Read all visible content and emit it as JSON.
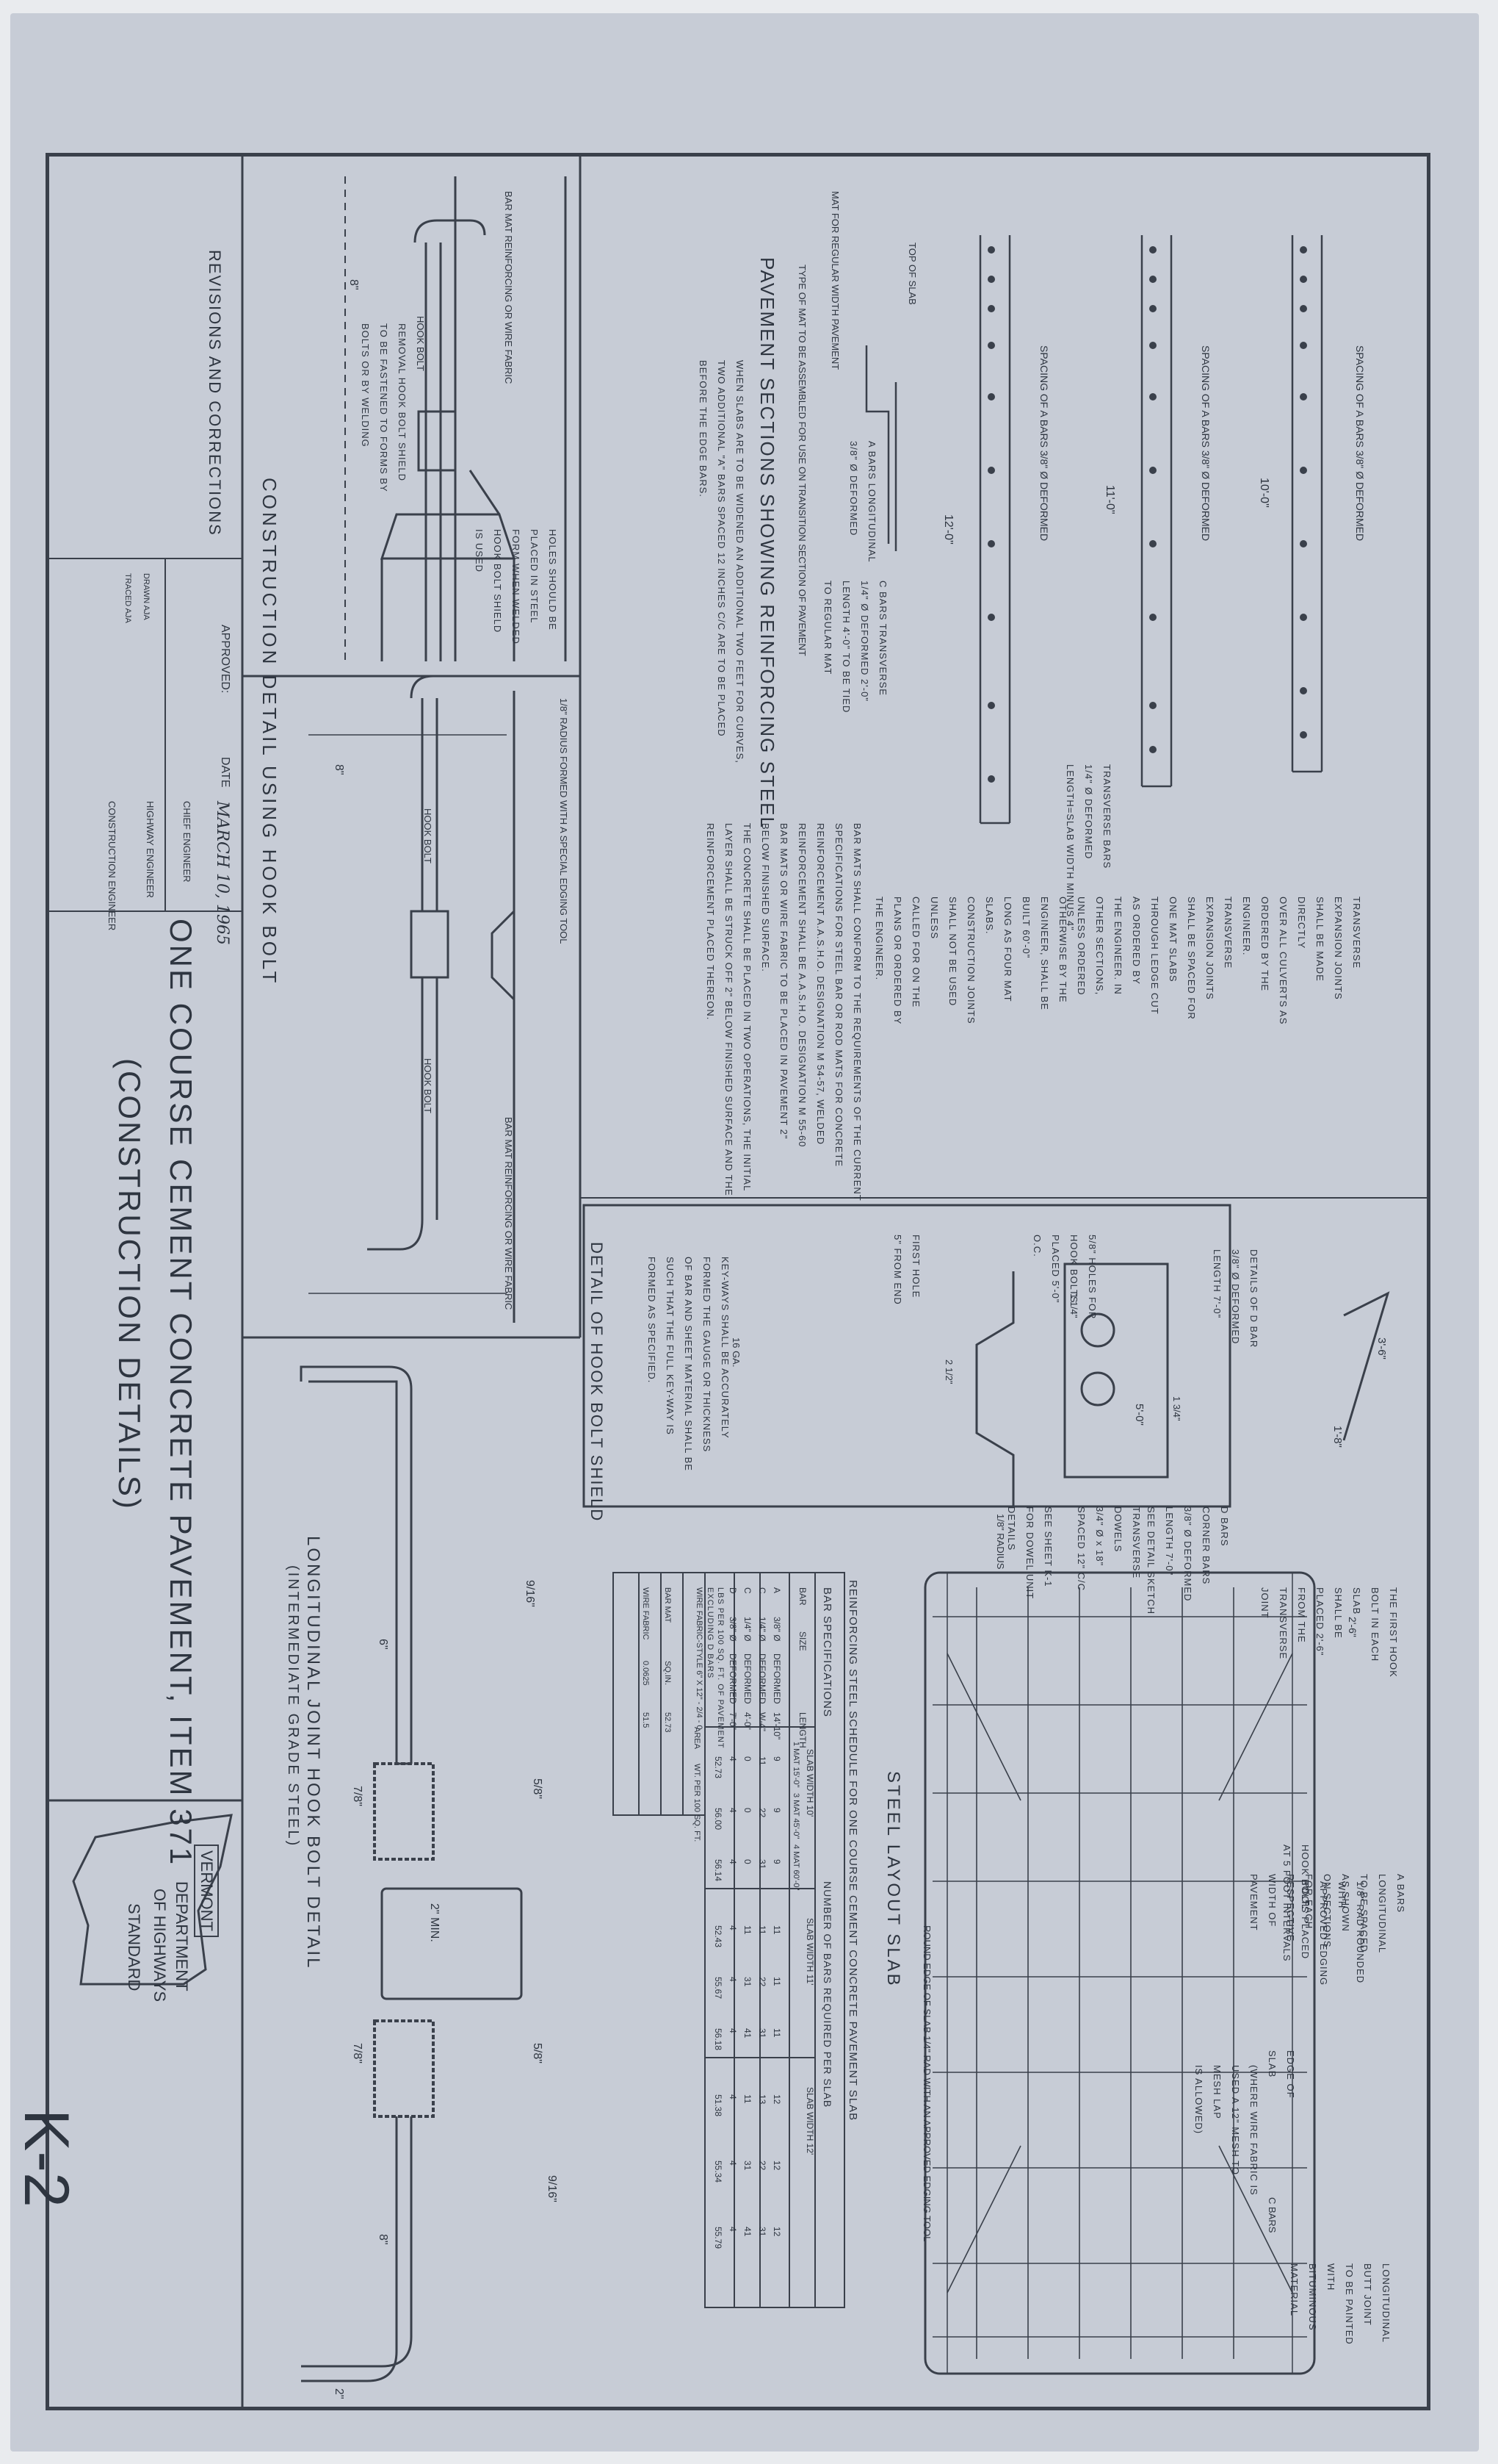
{
  "title_block": {
    "title_line1": "ONE COURSE CEMENT CONCRETE PAVEMENT, ITEM 371",
    "title_line2": "(CONSTRUCTION DETAILS)",
    "state": "VERMONT",
    "department": "DEPARTMENT",
    "of_highways": "OF HIGHWAYS",
    "standard": "STANDARD",
    "sheet_number": "K-2",
    "revisions": "REVISIONS AND CORRECTIONS",
    "approved": "APPROVED:",
    "date_label": "DATE",
    "date": "MARCH 10, 1965",
    "chief_engineer": "CHIEF ENGINEER",
    "highway_engineer": "HIGHWAY ENGINEER",
    "construction_engineer": "CONSTRUCTION ENGINEER",
    "drawn": "DRAWN  AJA",
    "traced": "TRACED  AJA"
  },
  "sections": {
    "hook_bolt_construction": "CONSTRUCTION DETAIL USING HOOK BOLT",
    "pavement_sections": "PAVEMENT SECTIONS SHOWING REINFORCING STEEL",
    "hook_bolt_shield": "DETAIL OF HOOK BOLT SHIELD",
    "longitudinal_joint": "LONGITUDINAL JOINT HOOK BOLT DETAIL",
    "longitudinal_joint_sub": "(INTERMEDIATE GRADE STEEL)",
    "steel_layout": "STEEL LAYOUT SLAB",
    "schedule": "REINFORCING STEEL SCHEDULE FOR ONE COURSE CEMENT CONCRETE PAVEMENT SLAB"
  },
  "labels": {
    "bar_mat": "BAR MAT REINFORCING OR WIRE FABRIC",
    "hook_bolt": "HOOK BOLT",
    "removal": "REMOVAL HOOK BOLT SHIELD\nTO BE FASTENED TO FORMS BY\nBOLTS OR BY WELDING",
    "holes": "HOLES SHOULD BE\nPLACED IN STEEL\nFORM WHEN WELDED\nHOOK BOLT SHIELD\nIS USED",
    "radius_tool": "1/8\" RADIUS FORMED WITH A SPECIAL EDGING TOOL",
    "spacing_a": "SPACING OF A BARS 3/8\" Ø DEFORMED",
    "transverse_bars": "TRANSVERSE BARS\n1/4\" Ø DEFORMED\nLENGTH=SLAB WIDTH MINUS 4\"",
    "mat_regular": "MAT FOR REGULAR WIDTH PAVEMENT",
    "type_of_mat": "TYPE OF MAT TO BE ASSEMBLED FOR USE ON TRANSITION SECTION OF PAVEMENT",
    "top_of_slab": "TOP OF SLAB",
    "a_bars_long": "A BARS LONGITUDINAL\n3/8\" Ø DEFORMED",
    "c_bars": "C BARS TRANSVERSE\n1/4\" Ø DEFORMED 2'-0\"\nLENGTH 4'-0\" TO BE TIED\nTO REGULAR MAT",
    "widened": "WHEN SLABS ARE TO BE WIDENED AN ADDITIONAL TWO FEET FOR CURVES,\nTWO ADDITIONAL \"A\" BARS SPACED 12 INCHES C/C ARE TO BE PLACED\nBEFORE THE EDGE BARS.",
    "notes_expansion": "TRANSVERSE EXPANSION JOINTS SHALL BE MADE DIRECTLY\nOVER ALL CULVERTS AS ORDERED BY THE ENGINEER.\nTRANSVERSE EXPANSION JOINTS SHALL BE SPACED FOR\nONE MAT SLABS THROUGH LEDGE CUT AS ORDERED BY\nTHE ENGINEER. IN OTHER SECTIONS, UNLESS ORDERED\nOTHERWISE BY THE ENGINEER, SHALL BE BUILT 60'-0\"\nLONG AS FOUR MAT SLABS.\nCONSTRUCTION JOINTS SHALL NOT BE USED UNLESS\nCALLED FOR ON THE PLANS OR ORDERED BY THE ENGINEER.",
    "notes_bar_mats": "BAR MATS SHALL CONFORM TO THE REQUIREMENTS OF THE CURRENT\nSPECIFICATIONS FOR STEEL BAR OR ROD MATS FOR CONCRETE\nREINFORCEMENT A.A.S.H.O. DESIGNATION M 54-57, WELDED\nREINFORCEMENT SHALL BE A.A.S.H.O. DESIGNATION M 55-60\nBAR MATS OR WIRE FABRIC TO BE PLACED IN PAVEMENT 2\"\nBELOW FINISHED SURFACE.\nTHE CONCRETE SHALL BE PLACED IN TWO OPERATIONS, THE INITIAL\nLAYER SHALL BE STRUCK OFF 2\" BELOW FINISHED SURFACE AND THE\nREINFORCEMENT PLACED THEREON.",
    "d_bar": "DETAILS OF D BAR\n3/8\" Ø DEFORMED\nLENGTH 7'-0\"",
    "hook_holes": "5/8\" HOLES FOR\nHOOK BOLTS\nPLACED 5'-0\"\nO.C.",
    "first_hole": "FIRST HOLE\n5\" FROM END",
    "key_ways": "KEY-WAYS SHALL BE ACCURATELY\nFORMED THE GAUGE OR THICKNESS\nOF BAR AND SHEET MATERIAL SHALL BE\nSUCH THAT THE FULL KEY-WAY IS\nFORMED AS SPECIFIED.",
    "gauge": "16 GA.",
    "first_hook": "THE FIRST HOOK BOLT IN EACH SLAB\nSHALL BE PLACED 2'-6\" FROM THE\nTRANSVERSE JOINT",
    "a_bars_layout": "A BARS LONGITUDINAL TO BE SPACED AS SHOWN\nON SECTIONS FOR EACH RESPECTIVE WIDTH OF PAVEMENT",
    "rad_rounded": "1/8\" RAD ROUNDED WITH\nAPPROVED EDGING TOOL",
    "hook_bolts_placed": "HOOK BOLTS PLACED\nAT 5 FOOT INTERVALS",
    "long_butt": "LONGITUDINAL BUTT JOINT\nTO BE PAINTED WITH\nBITUMINOUS MATERIAL",
    "edge_slab": "EDGE OF\nSLAB",
    "c_bars_short": "C BARS",
    "lap": "(WHERE WIRE FABRIC IS\nUSED A 12\" MESH TO\nMESH LAP\nIS ALLOWED)",
    "round_edge": "ROUND EDGE OF SLAB 1/4\" RAD WITH AN APPROVED EDGING TOOL",
    "d_bars_corner": "D BARS\nCORNER BARS\n3/8\" Ø DEFORMED\nLENGTH 7'-0\"\nSEE DETAIL SKETCH",
    "dowels": "TRANSVERSE\nDOWELS\n3/4\" Ø x 18\"\nSPACED 12\" C/C",
    "see_sheet": "SEE SHEET K-1\nFOR DOWEL UNIT\nDETAILS",
    "radius_small": "1/8\" RADIUS",
    "d_8": "8\"",
    "d_6": "6\"",
    "d_2": "2\"",
    "d_916": "9/16\"",
    "d_58": "5/8\"",
    "d_78": "7/8\"",
    "d_2min": "2\" MIN.",
    "d_10": "10'-0\"",
    "d_11": "11'-0\"",
    "d_12": "12'-0\"",
    "d_50": "5'-0\"",
    "d_18": "1'-8\"",
    "d_36": "3'-6\"",
    "d_212": "2 1/2\"",
    "d_114": "1 1/4\"",
    "d_134": "1 3/4\"",
    "d_26": "2'-6\""
  },
  "bar_spec": {
    "title": "BAR SPECIFICATIONS",
    "headers": [
      "BAR",
      "SIZE",
      "",
      "LENGTH"
    ],
    "rows": [
      [
        "A",
        "3/8\" Ø",
        "DEFORMED",
        "14'-10\""
      ],
      [
        "C",
        "1/4\" Ø",
        "DEFORMED",
        "W-4\""
      ],
      [
        "C",
        "1/4\" Ø",
        "DEFORMED",
        "4'-0\""
      ],
      [
        "D",
        "3/8\" Ø",
        "DEFORMED",
        "7'-0\""
      ]
    ],
    "lbs_row": "LBS PER 100 SQ. FT. OF PAVEMENT\nEXCLUDING D BARS",
    "wire_fabric": "WIRE FABRIC-STYLE 6\" X 12\" - 2/4 - 0"
  },
  "number_bars": {
    "title": "NUMBER OF BARS REQUIRED PER SLAB",
    "widths": [
      "SLAB WIDTH 10'",
      "SLAB WIDTH 11'",
      "SLAB WIDTH 12'"
    ],
    "mat_headers": [
      "1 MAT 15'-0\"",
      "3 MAT 45'-0\"",
      "4 MAT 60'-0\""
    ],
    "rows": [
      [
        "9",
        "9",
        "9",
        "11",
        "11",
        "11",
        "12",
        "12",
        "12"
      ],
      [
        "11",
        "22",
        "31",
        "11",
        "22",
        "31",
        "13",
        "22",
        "31"
      ],
      [
        "0",
        "0",
        "0",
        "11",
        "31",
        "41",
        "11",
        "31",
        "41"
      ],
      [
        "4",
        "4",
        "4",
        "4",
        "4",
        "4",
        "4",
        "4",
        "4"
      ]
    ],
    "lbs": [
      "52.73",
      "56.00",
      "56.14",
      "52.43",
      "55.67",
      "56.18",
      "51.38",
      "55.34",
      "55.79"
    ]
  },
  "wire_table": {
    "headers": [
      "",
      "AREA",
      "WT. PER 100 SQ. FT."
    ],
    "rows": [
      [
        "BAR MAT",
        "SQ.IN.",
        "52.73"
      ],
      [
        "WIRE FABRIC",
        "0.0625",
        "51.5"
      ]
    ]
  }
}
